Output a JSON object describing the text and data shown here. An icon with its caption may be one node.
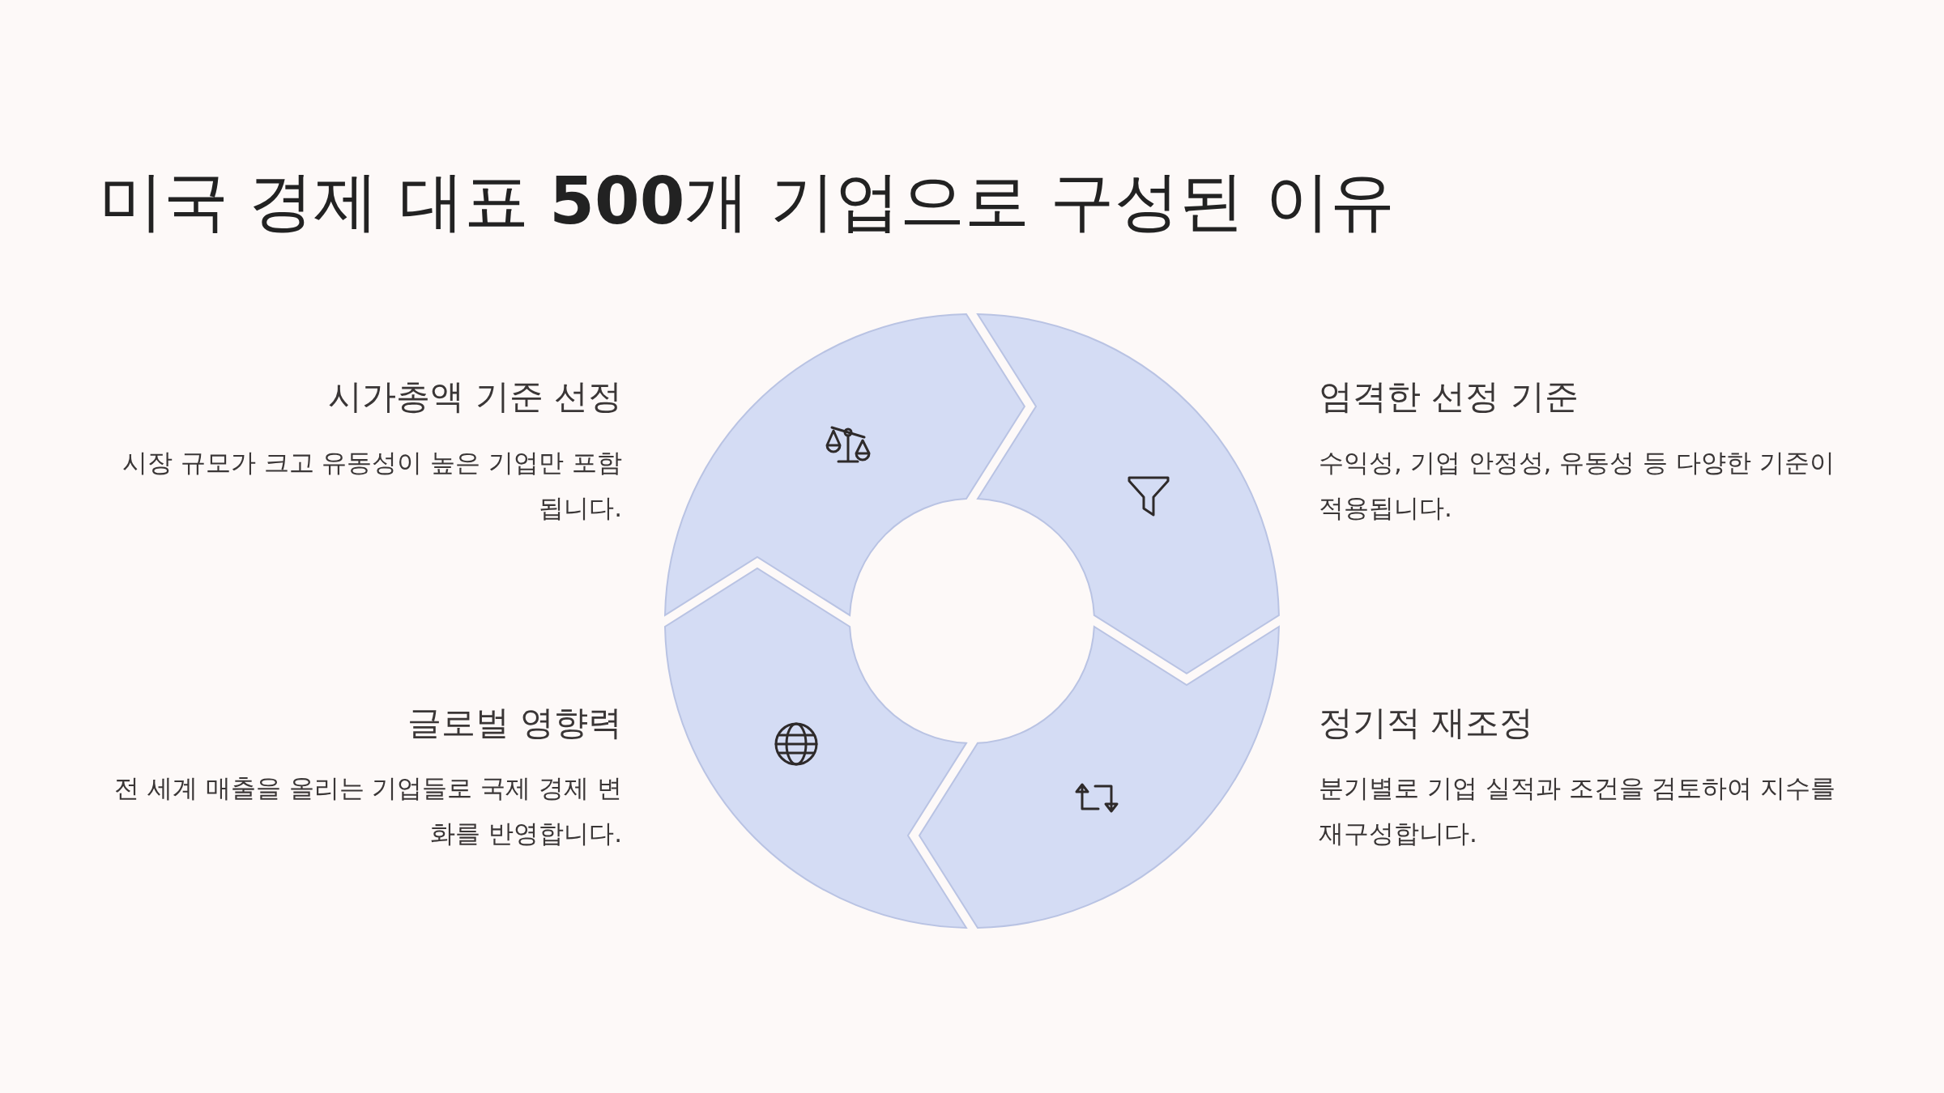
{
  "diagram": {
    "title": "미국 경제 대표 **500**개 기업으로 구성된 이유",
    "nodes": [
      {
        "text": [],
        "shape": "arrow",
        "beside": [
          "시가총액 기준 선정",
          "시장 규모가 크고 유동성이 높은 기업만 포함됩니다."
        ]
      },
      {
        "text": [],
        "shape": "arrow",
        "beside": [
          "엄격한 선정 기준",
          "수익성, 기업 안정성, 유동성 등 다양한 기준이 적용됩니다."
        ]
      },
      {
        "text": [],
        "shape": "arrow",
        "beside": [
          "글로벌 영향력",
          "전 세계 매출을 올리는 기업들로 국제 경제 변화를 반영합니다."
        ]
      },
      {
        "text": [],
        "shape": "arrow",
        "beside": [
          "정기적 재조정",
          "분기별로 기업 실적과 조건을 검토하여 지수를 재구성합니다."
        ]
      }
    ]
  }
}
